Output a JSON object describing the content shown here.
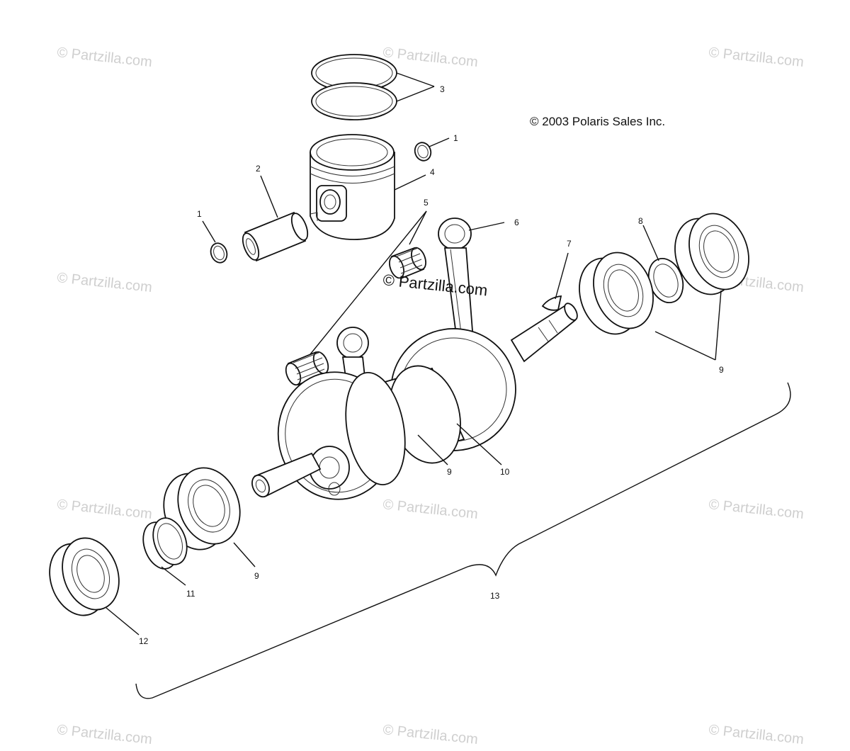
{
  "copyright_notice": "© 2003 Polaris Sales Inc.",
  "center_watermark": "© Partzilla.com",
  "watermark": "© Partzilla.com",
  "callouts": {
    "retaining_ring_right": "1",
    "retaining_ring_left": "1",
    "piston_pin": "2",
    "piston_rings": "3",
    "piston": "4",
    "needle_bearing": "5",
    "connecting_rod": "6",
    "woodruff_key": "7",
    "shim_ring": "8",
    "bearing_right": "9",
    "bearing_center": "9",
    "bearing_left": "9",
    "crankshaft": "10",
    "spacer_ring": "11",
    "seal": "12",
    "crankshaft_assembly": "13"
  }
}
